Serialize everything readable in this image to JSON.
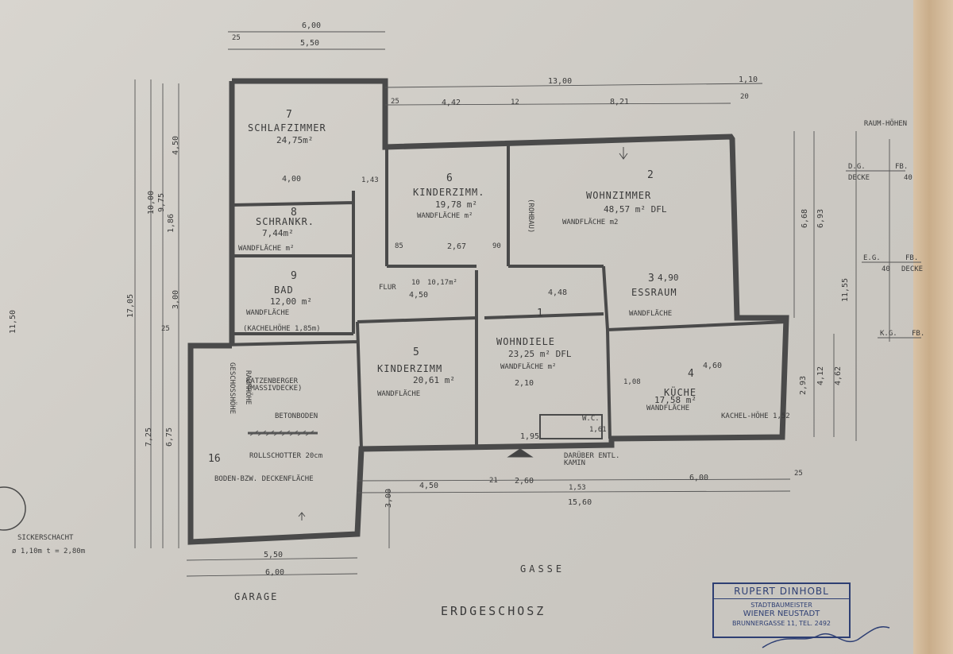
{
  "drawing": {
    "title": "ERDGESCHOSZ",
    "street": "GASSE",
    "garage_caption": "GARAGE"
  },
  "rooms": [
    {
      "no": "7",
      "name": "SCHLAFZIMMER",
      "area": "24,75m²",
      "note": ""
    },
    {
      "no": "6",
      "name": "KINDERZIMM.",
      "area": "19,78 m²",
      "note": "WANDFLÄCHE m²"
    },
    {
      "no": "2",
      "name": "WOHNZIMMER",
      "area": "48,57 m² DFL",
      "note": "WANDFLÄCHE m2"
    },
    {
      "no": "8",
      "name": "SCHRANKR.",
      "area": "7,44m²",
      "note": "WANDFLÄCHE m²"
    },
    {
      "no": "9",
      "name": "BAD",
      "area": "12,00 m²",
      "note": "WANDFLÄCHE"
    },
    {
      "no": "10",
      "name": "FLUR",
      "area": "10,17m²",
      "note": ""
    },
    {
      "no": "1",
      "name": "WOHNDIELE",
      "area": "23,25 m² DFL",
      "note": "WANDFLÄCHE m²"
    },
    {
      "no": "3",
      "name": "ESSRAUM",
      "area": "4,90",
      "note": "WANDFLÄCHE"
    },
    {
      "no": "5",
      "name": "KINDERZIMM",
      "area": "20,61 m²",
      "note": "WANDFLÄCHE"
    },
    {
      "no": "4",
      "name": "KÜCHE",
      "area": "17,58 m²",
      "note": "WANDFLÄCHE"
    },
    {
      "no": "16",
      "name": "",
      "area": "",
      "note": ""
    }
  ],
  "annotations": {
    "bath_tiles": "(KACHELHÖHE 1,85m)",
    "kitchen_tiles": "KACHEL-HÖHE 1,52",
    "cellar": "KATZENBERGER (MASSIVDECKE)",
    "concrete": "BETONBODEN",
    "gravel": "ROLLSCHOTTER 20cm",
    "floor_ceiling": "BODEN-BZW. DECKENFLÄCHE",
    "chimney": "DARÜBER ENTL. KAMIN",
    "wc": "W.C.",
    "rohbau": "(ROHBAU)",
    "geschoss": "GESCHOSSHÖHE",
    "raum": "RAUMHÖHE",
    "sickerschacht": "SICKERSCHACHT",
    "sicker_dims": "ø 1,10m  t = 2,80m"
  },
  "legend": {
    "title": "RAUM-HÖHEN",
    "dg": "D.G.",
    "fb": "FB.",
    "decke": "DECKE",
    "eg": "E.G.",
    "kg": "K.G.",
    "v40": "40"
  },
  "dimensions": {
    "top": [
      "6,00",
      "5,50",
      "25",
      "13,00",
      "1,10",
      "4,42",
      "12",
      "8,21",
      "25",
      "20"
    ],
    "left": [
      "10,00",
      "9,75",
      "1,86",
      "17,05",
      "11,50",
      "4,50",
      "3,00",
      "7,25",
      "6,75",
      "25"
    ],
    "right": [
      "6,68",
      "6,93",
      "11,55",
      "2,93",
      "4,12",
      "4,62"
    ],
    "bottom": [
      "15,60",
      "4,50",
      "2,60",
      "6,00",
      "5,50",
      "6,00",
      "3,00",
      "21",
      "1,53",
      "25"
    ],
    "inner": [
      "4,00",
      "1,43",
      "2,67",
      "4,48",
      "4,50",
      "85",
      "90",
      "2,10",
      "4,60",
      "1,95",
      "1,08",
      "1,61"
    ]
  },
  "stamp": {
    "name": "RUPERT DINHOBL",
    "role": "STADTBAUMEISTER",
    "city": "WIENER NEUSTADT",
    "address": "BRUNNERGASSE 11, TEL. 2492"
  },
  "colors": {
    "paper": "#d3d0ca",
    "wall": "#4a4a4a",
    "ink": "#3a3a3a",
    "stamp": "#2e3f73"
  }
}
